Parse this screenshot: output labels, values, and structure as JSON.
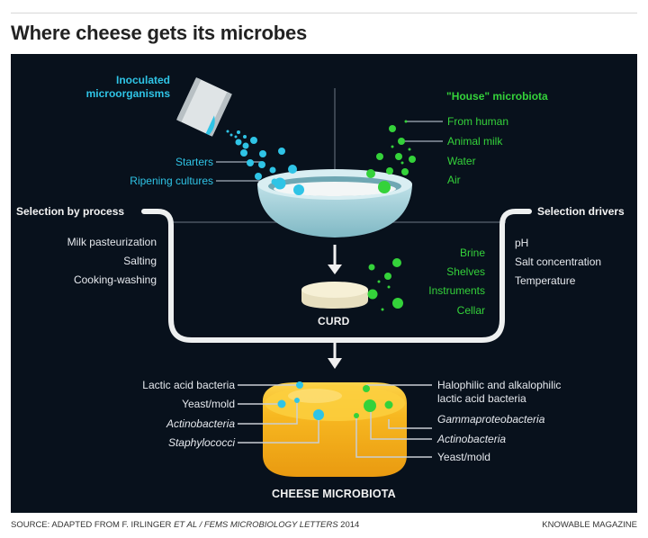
{
  "title": "Where cheese gets its microbes",
  "inoculated": {
    "heading": "Inoculated microorganisms",
    "heading_line1": "Inoculated",
    "heading_line2": "microorganisms",
    "items": [
      "Starters",
      "Ripening cultures"
    ],
    "color": "#2fc4e6"
  },
  "house": {
    "heading": "\"House\" microbiota",
    "items": [
      "From human",
      "Animal milk",
      "Water",
      "Air"
    ],
    "color": "#34d23a"
  },
  "selection_by_process": {
    "heading": "Selection by process",
    "items": [
      "Milk pasteurization",
      "Salting",
      "Cooking-washing"
    ]
  },
  "selection_drivers": {
    "heading": "Selection drivers",
    "items": [
      "pH",
      "Salt concentration",
      "Temperature"
    ]
  },
  "curd": {
    "label": "CURD",
    "environment_sources": [
      "Brine",
      "Shelves",
      "Instruments",
      "Cellar"
    ]
  },
  "cheese": {
    "label": "CHEESE MICROBIOTA",
    "left_labels": [
      {
        "text": "Lactic acid bacteria",
        "italic": false
      },
      {
        "text": "Yeast/mold",
        "italic": false
      },
      {
        "text": "Actinobacteria",
        "italic": true
      },
      {
        "text": "Staphylococci",
        "italic": true
      }
    ],
    "right_labels": [
      {
        "text": "Halophilic and alkalophilic lactic acid bacteria",
        "line1": "Halophilic and alkalophilic",
        "line2": "lactic acid bacteria",
        "italic": false
      },
      {
        "text": "Gammaproteobacteria",
        "italic": true
      },
      {
        "text": "Actinobacteria",
        "italic": true
      },
      {
        "text": "Yeast/mold",
        "italic": false
      }
    ]
  },
  "footer": {
    "source_prefix": "SOURCE: ADAPTED FROM F. IRLINGER ",
    "source_etal": "ET AL / FEMS MICROBIOLOGY LETTERS",
    "source_year": " 2014",
    "credit": "KNOWABLE MAGAZINE"
  },
  "colors": {
    "panel_bg": "#08111c",
    "cyan_microbes": "#2fc4e6",
    "green_microbes": "#34d23a",
    "cheese": "#f5b01c",
    "bowl": "#a9d3dc"
  }
}
